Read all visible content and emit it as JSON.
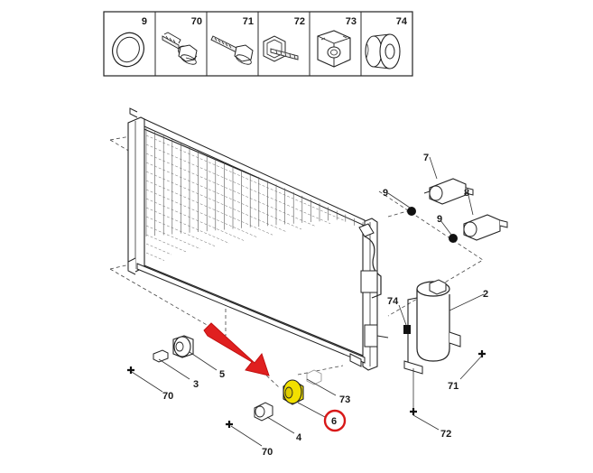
{
  "legend": {
    "cells": [
      {
        "number": "9",
        "icon": "o-ring-icon"
      },
      {
        "number": "70",
        "icon": "flange-bolt-icon"
      },
      {
        "number": "71",
        "icon": "long-bolt-icon"
      },
      {
        "number": "72",
        "icon": "clip-bolt-icon"
      },
      {
        "number": "73",
        "icon": "cage-nut-icon"
      },
      {
        "number": "74",
        "icon": "rubber-grommet-icon"
      }
    ]
  },
  "callouts": {
    "c2": "2",
    "c3": "3",
    "c4": "4",
    "c5": "5",
    "c6": "6",
    "c7": "7",
    "c8": "8",
    "c9a": "9",
    "c9b": "9",
    "c70a": "70",
    "c70b": "70",
    "c71": "71",
    "c72": "72",
    "c73": "73",
    "c74": "74"
  },
  "colors": {
    "arrow": "#e02020",
    "highlight_part": "#f2e000",
    "highlight_ring": "#d81818",
    "line": "#2a2a2a"
  }
}
